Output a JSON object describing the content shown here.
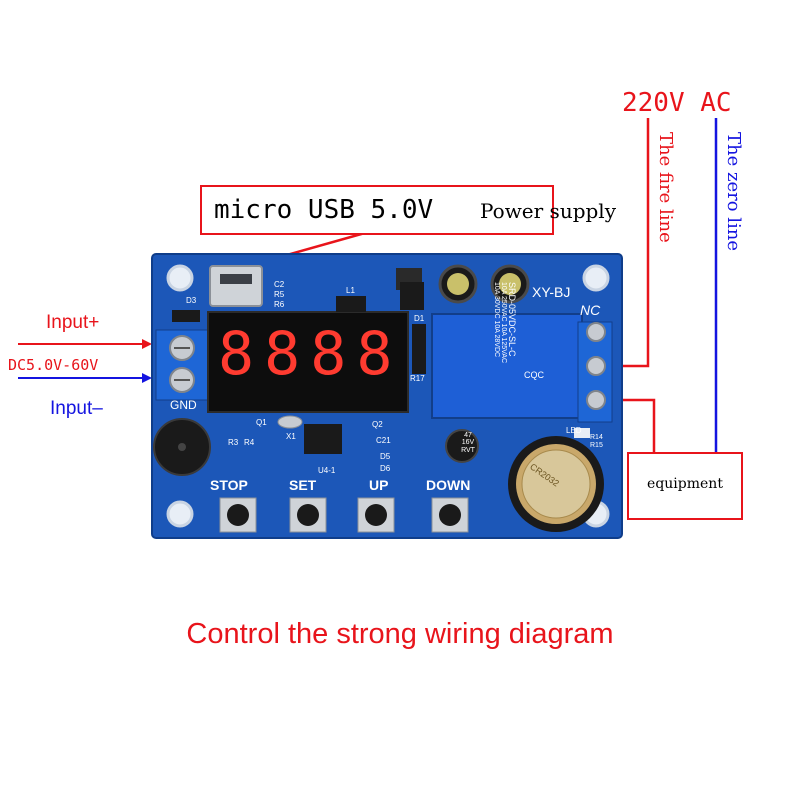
{
  "usb_label": {
    "mono": "micro USB 5.0V",
    "tail": "Power supply"
  },
  "ac_title": "220V AC",
  "fire_line": "The fire line",
  "zero_line": "The zero line",
  "equipment": "equipment",
  "input_plus": "Input+",
  "input_minus": "Input–",
  "dc_range": "DC5.0V-60V",
  "board": {
    "model": "XY-BJ",
    "nc": "NC",
    "gnd": "GND",
    "display": "8888",
    "buttons": [
      "STOP",
      "SET",
      "UP",
      "DOWN"
    ],
    "relay_lines": [
      "SRD-05VDC-SL-C",
      "10A 250VAC 10A 125VAC",
      "10A 30VDC 10A 28VDC"
    ],
    "relay_brand": "CQC",
    "capacitor": "47\n16V\nRVT",
    "battery": "CR2032",
    "component_labels": [
      "D3",
      "C2",
      "R5",
      "R6",
      "L1",
      "D1",
      "R17",
      "Q1",
      "R3",
      "R4",
      "X1",
      "Q2",
      "C21",
      "D5",
      "D6",
      "U4-1",
      "LED",
      "R14",
      "R15"
    ]
  },
  "caption": "Control the strong wiring diagram",
  "colors": {
    "red": "#e8141b",
    "blue": "#1414e0",
    "pcb": "#1c57b8"
  }
}
